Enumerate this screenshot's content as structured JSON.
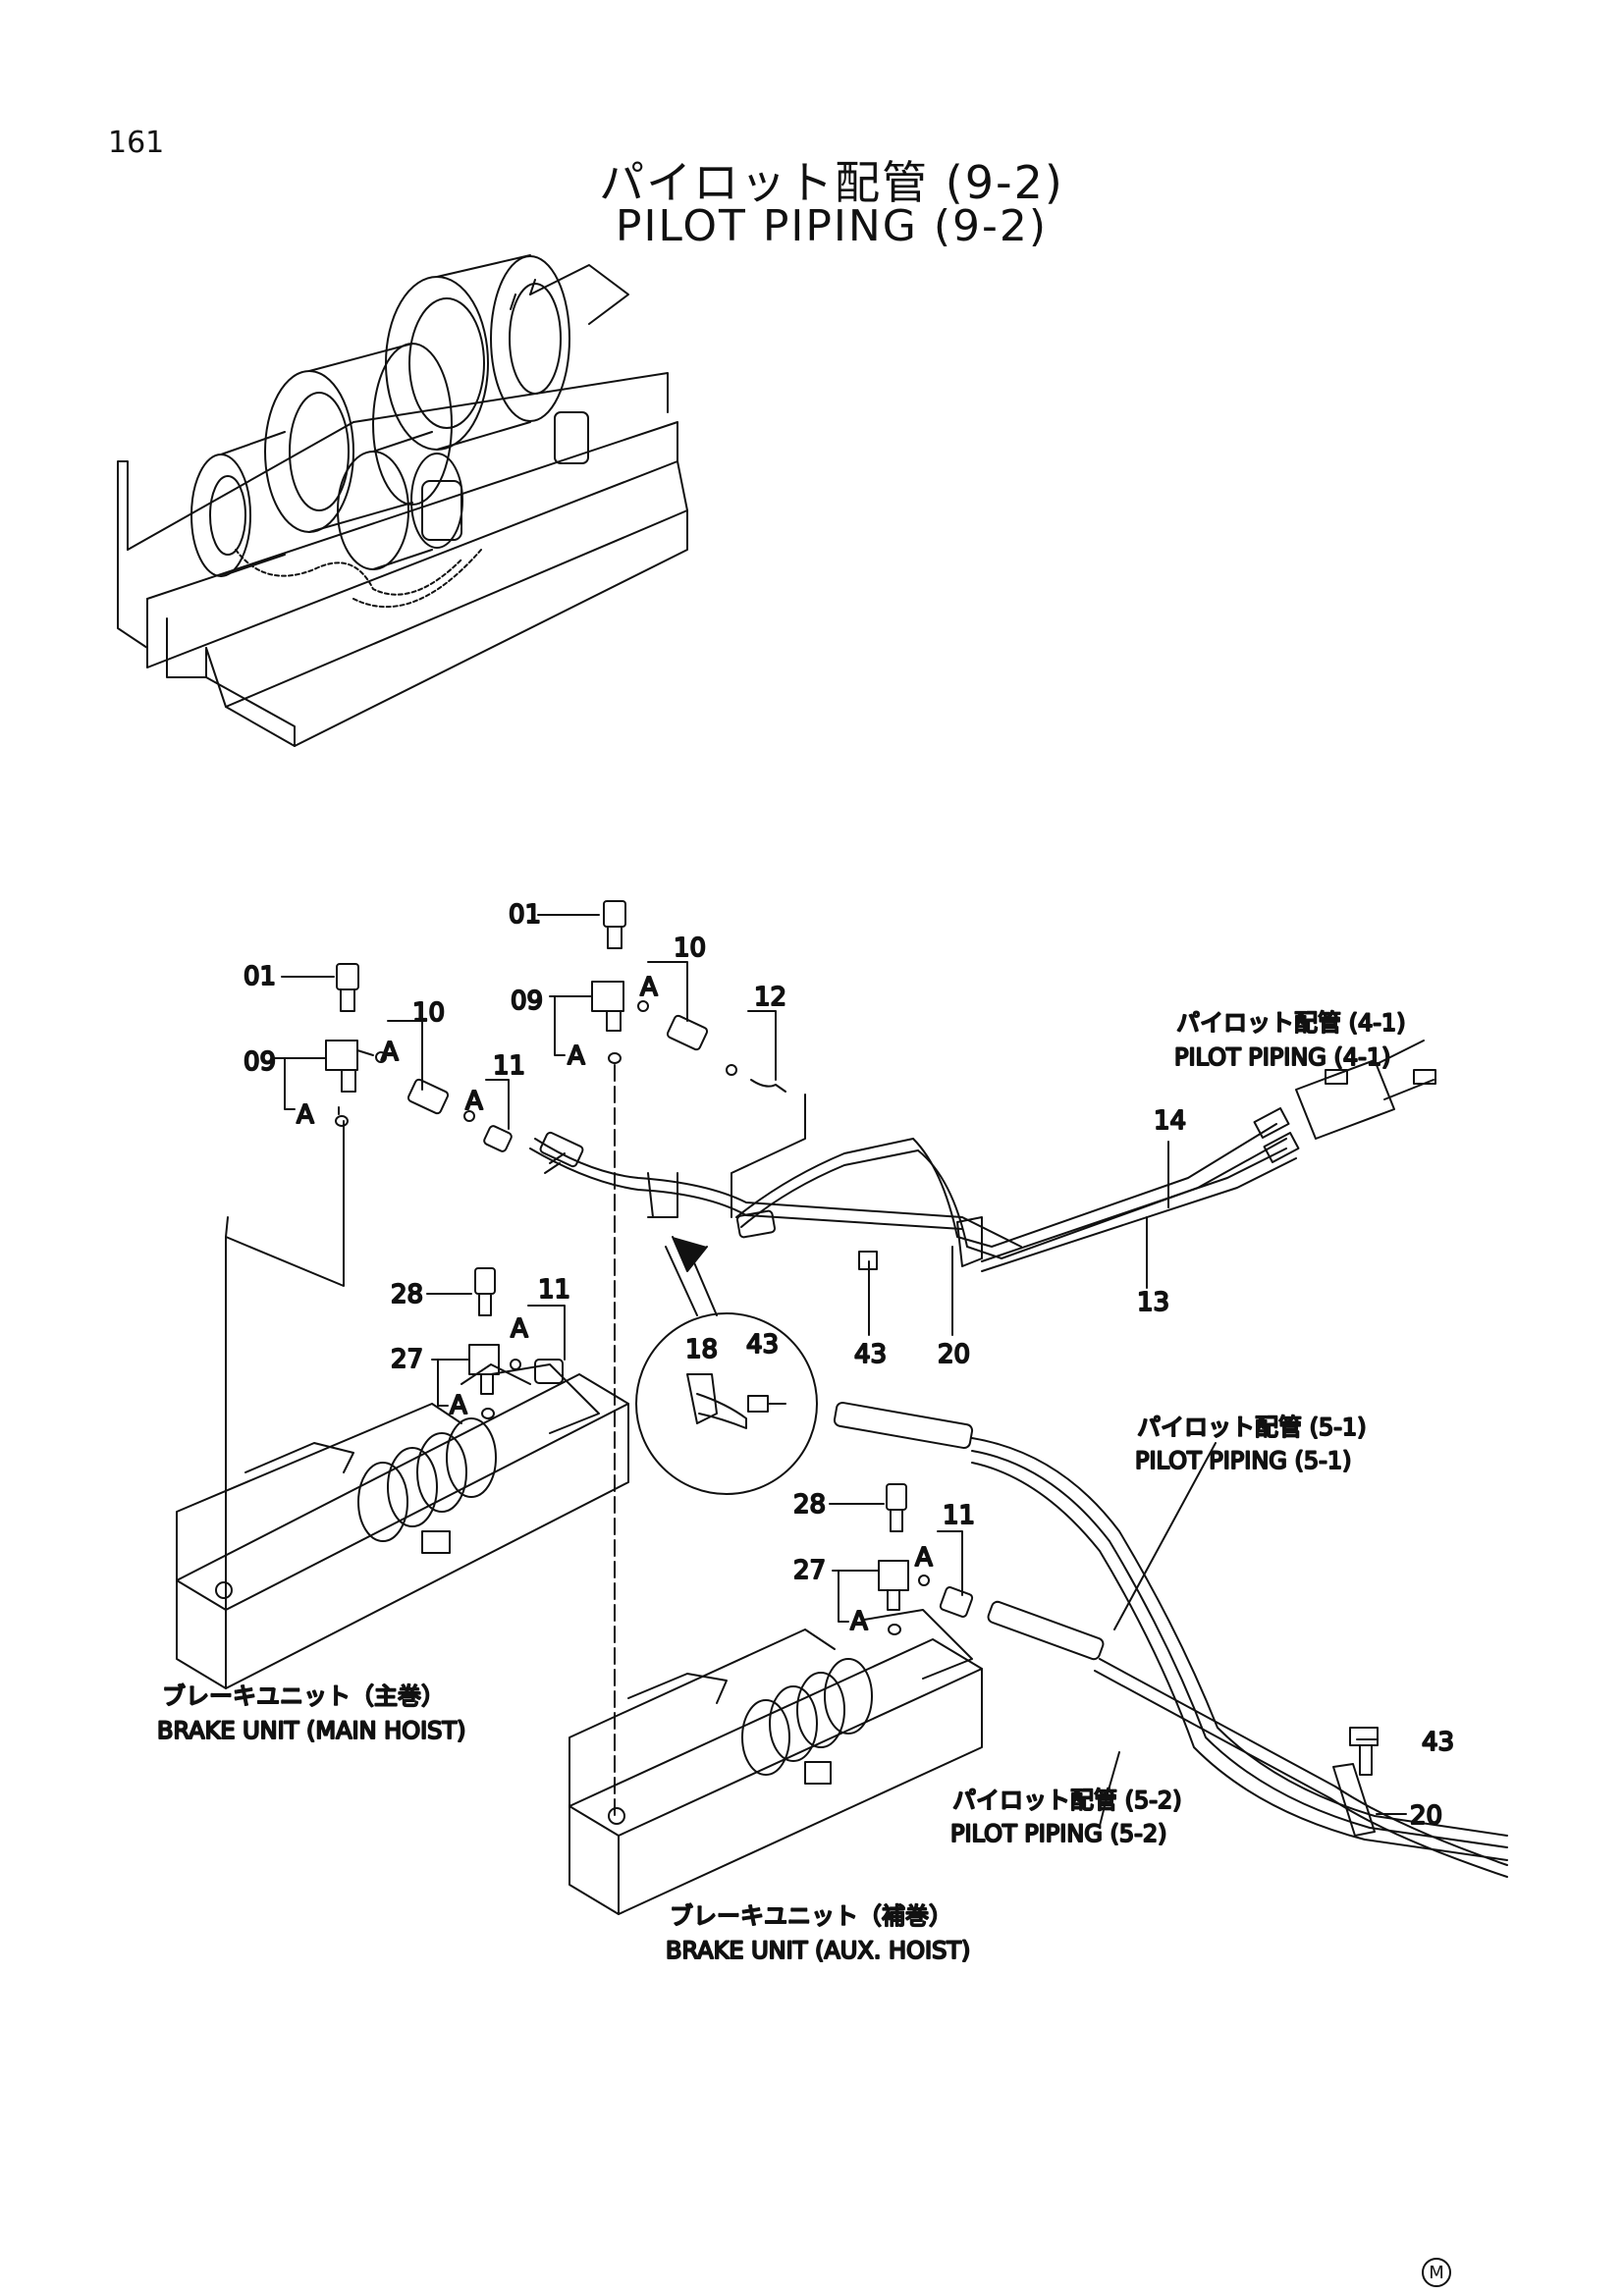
{
  "page_number": "161",
  "title_jp": "パイロット配管 (9-2)",
  "title_en": "PILOT PIPING (9-2)",
  "callouts": {
    "c01_left": "01",
    "c09_left": "09",
    "c10_left": "10",
    "a_left_1": "A",
    "a_left_2": "A",
    "c11_top": "11",
    "a_left_3": "A",
    "c01_center": "01",
    "c09_center": "09",
    "c10_center": "10",
    "c12": "12",
    "a_center_1": "A",
    "a_center_2": "A",
    "c14": "14",
    "c13": "13",
    "c43_mid": "43",
    "c20_mid": "20",
    "c18_detail": "18",
    "c43_detail": "43",
    "c28_left": "28",
    "c27_left": "27",
    "c11_left": "11",
    "a_mid_1": "A",
    "a_mid_2": "A",
    "c28_right": "28",
    "c27_right": "27",
    "c11_right": "11",
    "a_right_1": "A",
    "a_right_2": "A",
    "c43_right": "43",
    "c20_right": "20"
  },
  "labels": {
    "pilot_4_1_jp": "パイロット配管 (4-1)",
    "pilot_4_1_en": "PILOT PIPING (4-1)",
    "pilot_5_1_jp": "パイロット配管 (5-1)",
    "pilot_5_1_en": "PILOT PIPING (5-1)",
    "pilot_5_2_jp": "パイロット配管 (5-2)",
    "pilot_5_2_en": "PILOT PIPING (5-2)",
    "brake_main_jp": "ブレーキユニット（主巻）",
    "brake_main_en": "BRAKE UNIT (MAIN HOIST)",
    "brake_aux_jp": "ブレーキユニット（補巻）",
    "brake_aux_en": "BRAKE UNIT (AUX. HOIST)"
  },
  "footer_marker": "M"
}
